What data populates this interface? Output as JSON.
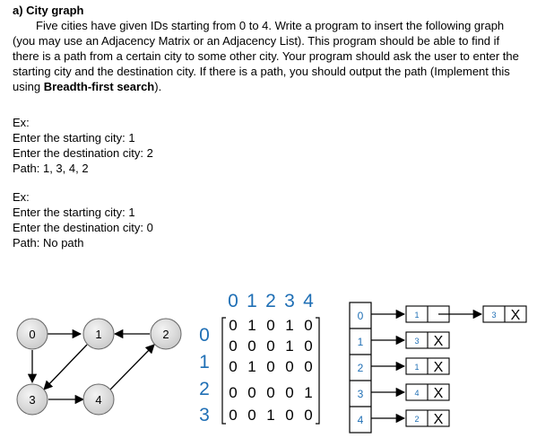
{
  "heading": "a) City graph",
  "description": {
    "text_before_bold": "Five cities have given IDs starting from 0 to 4. Write a program to insert the following graph (you may use an Adjacency Matrix or an Adjacency List). This program should be able to find if there is a path from a certain city to some other city. Your program should ask the user to enter the starting city and the destination city. If there is a path, you should output the path (Implement this using ",
    "bold": "Breadth-first search",
    "text_after_bold": ")."
  },
  "examples": [
    {
      "label": "Ex:",
      "start_line": "Enter the starting city: 1",
      "dest_line": "Enter the destination city: 2",
      "result_line": "Path: 1, 3, 4, 2"
    },
    {
      "label": "Ex:",
      "start_line": "Enter the starting city: 1",
      "dest_line": "Enter the destination city: 0",
      "result_line": "Path: No path"
    }
  ],
  "graph": {
    "nodes": [
      "0",
      "1",
      "2",
      "3",
      "4"
    ],
    "edges": [
      [
        "0",
        "1"
      ],
      [
        "0",
        "3"
      ],
      [
        "1",
        "3"
      ],
      [
        "2",
        "1"
      ],
      [
        "3",
        "4"
      ],
      [
        "4",
        "2"
      ]
    ]
  },
  "matrix": {
    "col_headers": [
      "0",
      "1",
      "2",
      "3",
      "4"
    ],
    "row_headers": [
      "0",
      "1",
      "2",
      "3"
    ],
    "rows": [
      [
        "0",
        "1",
        "0",
        "1",
        "0"
      ],
      [
        "0",
        "0",
        "0",
        "1",
        "0"
      ],
      [
        "0",
        "1",
        "0",
        "0",
        "0"
      ],
      [
        "0",
        "0",
        "0",
        "0",
        "1"
      ],
      [
        "0",
        "0",
        "1",
        "0",
        "0"
      ]
    ],
    "accent_color": "#1f6fb5"
  },
  "adjacency_list": {
    "heads": [
      "0",
      "1",
      "2",
      "3",
      "4"
    ],
    "chain_0": [
      "1",
      "3"
    ],
    "single_nodes": [
      "3",
      "1",
      "4",
      "2"
    ],
    "null_mark": "X"
  }
}
